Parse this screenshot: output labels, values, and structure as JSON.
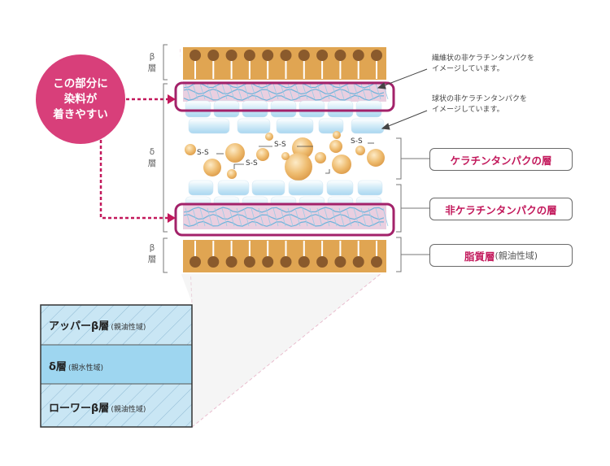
{
  "callout": {
    "line1": "この部分に",
    "line2": "染料が",
    "line3": "着きやすい"
  },
  "layer_labels": {
    "beta_top": {
      "symbol": "β",
      "word": "層"
    },
    "delta": {
      "symbol": "δ",
      "word": "層"
    },
    "beta_bottom": {
      "symbol": "β",
      "word": "層"
    }
  },
  "notes": {
    "fibrous_line1": "繊維状の非ケラチンタンパクを",
    "fibrous_line2": "イメージしています。",
    "globular_line1": "球状の非ケラチンタンパクを",
    "globular_line2": "イメージしています。"
  },
  "bonds": [
    "S-S",
    "S-S",
    "S-S",
    "S-S"
  ],
  "pills": {
    "keratin": "ケラチンタンパクの層",
    "non_keratin": "非ケラチンタンパクの層",
    "lipid_main": "脂質層",
    "lipid_sub": "(親油性域)"
  },
  "legend": {
    "upper": {
      "main": "アッパーβ層",
      "sub": "(親油性域)"
    },
    "delta": {
      "main": "δ層",
      "sub": "(親水性域)"
    },
    "lower": {
      "main": "ローワーβ層",
      "sub": "(親油性域)"
    }
  },
  "colors": {
    "accent_pink": "#d83f7a",
    "frame_magenta": "#a3226a",
    "lipid_tan": "#e0a552",
    "head_brown": "#8a5a2c",
    "hydrophilic_blue": "#9ed6f0",
    "lipophilic_blue": "#c9e6f4"
  }
}
